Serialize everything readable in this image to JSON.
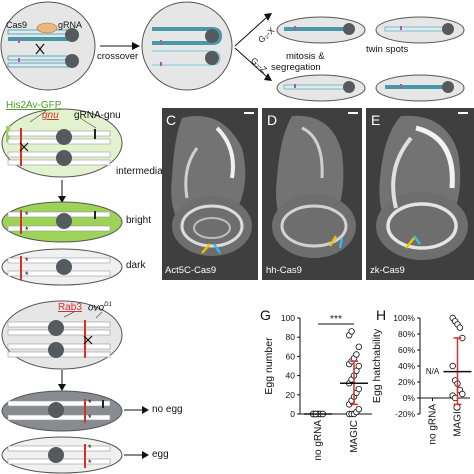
{
  "panel_a": {
    "cas9_label": "Cas9",
    "grna_label": "gRNA",
    "crossover_label": "crossover",
    "g2x_label": "G₂-X",
    "g2z_label": "G₂-Z",
    "mitosis_label": "mitosis &",
    "segregation_label": "segregation",
    "twin_spots_label": "twin spots"
  },
  "panel_b": {
    "his2av_label": "His2Av-GFP",
    "gnu_label": "gnu",
    "grna_gnu_label": "gRNA-gnu",
    "intermediate_label": "intermediate",
    "bright_label": "bright",
    "dark_label": "dark"
  },
  "panel_micro": [
    {
      "letter": "C",
      "label": "Act5C-Cas9"
    },
    {
      "letter": "D",
      "label": "hh-Cas9"
    },
    {
      "letter": "E",
      "label": "zk-Cas9"
    }
  ],
  "panel_f": {
    "rab3_label": "Rab3",
    "ovo_label": "ovo",
    "ovo_sup": "D1",
    "no_egg_label": "no egg",
    "egg_label": "egg"
  },
  "colors": {
    "cell_fill": "#e6e6e6",
    "nucleus": "#555a5e",
    "chromatid_teal": "#4a97a8",
    "chromatid_light": "#d8ecf0",
    "gfp_green": "#9ed35a",
    "gfp_light": "#e2f2cf",
    "red_marker": "#d6302c",
    "magenta_marker": "#b64fbf",
    "error_bar_red": "#d6302c"
  },
  "chart_data": [
    {
      "type": "scatter",
      "panel": "G",
      "categories": [
        "no gRNA",
        "MAGIC"
      ],
      "ylabel": "Egg number",
      "ylim": [
        0,
        100
      ],
      "yticks": [
        0,
        20,
        40,
        60,
        80,
        100
      ],
      "significance": "***",
      "points": {
        "no gRNA": [
          0,
          0,
          0,
          0,
          0,
          0,
          0,
          0,
          0,
          0,
          0,
          0
        ],
        "MAGIC": [
          0,
          0,
          0,
          2,
          5,
          10,
          14,
          18,
          22,
          26,
          32,
          36,
          40,
          45,
          50,
          52,
          55,
          58,
          62,
          70,
          82,
          86
        ]
      },
      "mean": {
        "no gRNA": 0,
        "MAGIC": 32
      },
      "error": {
        "MAGIC": [
          10,
          55
        ]
      }
    },
    {
      "type": "scatter",
      "panel": "H",
      "categories": [
        "no gRNA",
        "MAGIC"
      ],
      "ylabel": "Egg hatchability",
      "ylim": [
        -20,
        100
      ],
      "yticks": [
        "-20%",
        "0%",
        "20%",
        "40%",
        "60%",
        "80%",
        "100%"
      ],
      "annotation": "N/A",
      "points": {
        "MAGIC": [
          100,
          96,
          92,
          88,
          75,
          40,
          22,
          18,
          10,
          5,
          3,
          0
        ]
      },
      "mean": {
        "MAGIC": 33
      },
      "error": {
        "MAGIC": [
          -8,
          75
        ]
      }
    }
  ]
}
